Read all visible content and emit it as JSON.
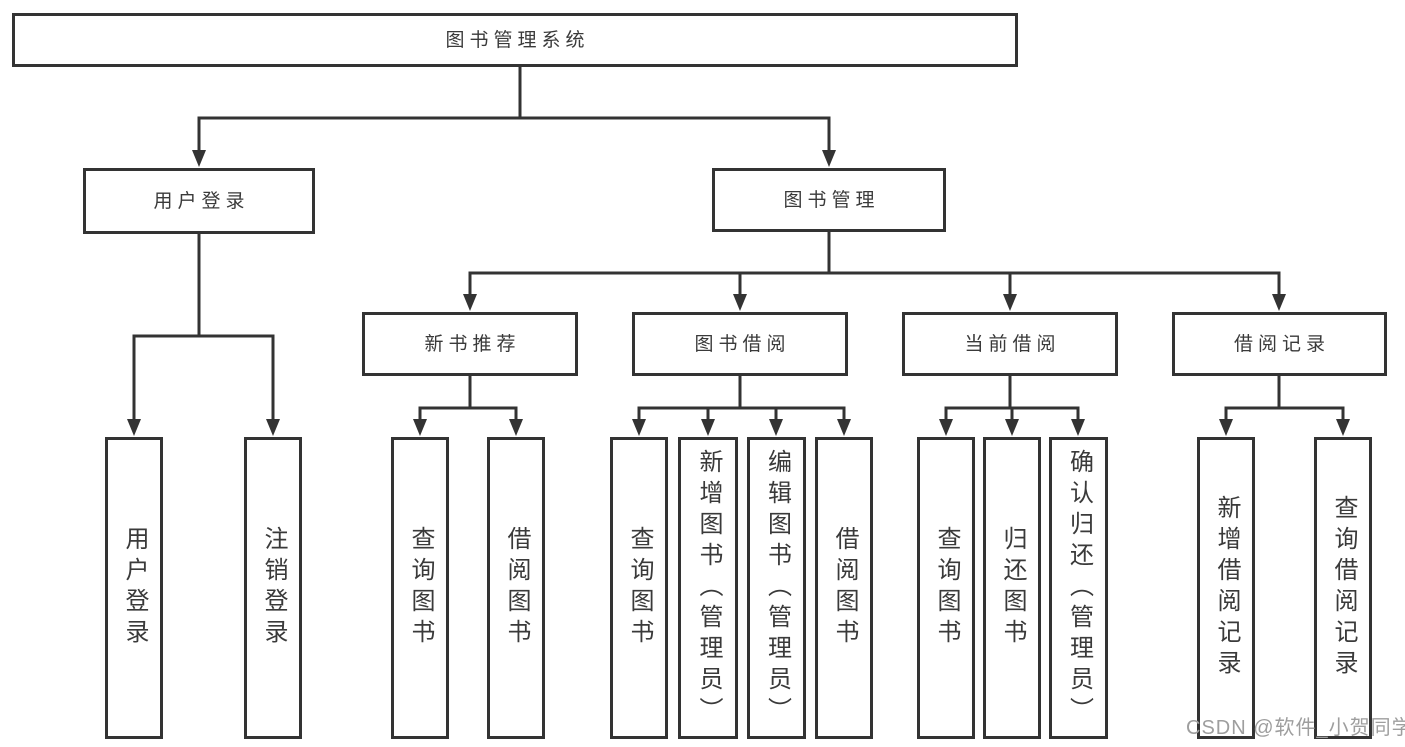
{
  "tree": {
    "root": "图书管理系统",
    "branches": [
      {
        "label": "用户登录",
        "children": [
          "用户登录",
          "注销登录"
        ]
      },
      {
        "label": "图书管理",
        "children": [
          {
            "label": "新书推荐",
            "children": [
              "查询图书",
              "借阅图书"
            ]
          },
          {
            "label": "图书借阅",
            "children": [
              "查询图书",
              "新增图书（管理员）",
              "编辑图书（管理员）",
              "借阅图书"
            ]
          },
          {
            "label": "当前借阅",
            "children": [
              "查询图书",
              "归还图书",
              "确认归还（管理员）"
            ]
          },
          {
            "label": "借阅记录",
            "children": [
              "新增借阅记录",
              "查询借阅记录"
            ]
          }
        ]
      }
    ]
  },
  "watermark": "CSDN @软件_小贺同学",
  "colors": {
    "line": "#333333",
    "box_border": "#333333",
    "box_background": "#ffffff",
    "text": "#3a3a3a",
    "watermark": "#9e9e9e"
  }
}
